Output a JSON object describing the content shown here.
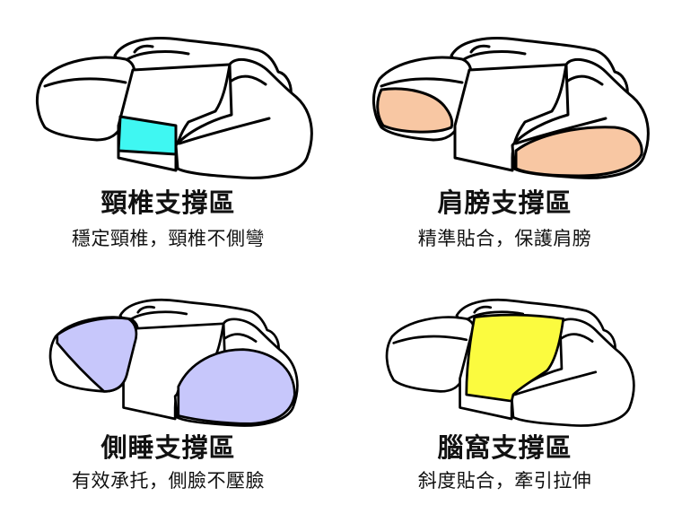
{
  "panels": [
    {
      "title": "頸椎支撐區",
      "desc": "穩定頸椎，頸椎不側彎",
      "highlight": "neck",
      "color": "#3ff7f2"
    },
    {
      "title": "肩膀支撐區",
      "desc": "精準貼合，保護肩膀",
      "highlight": "shoulder",
      "color": "#f8c7a3"
    },
    {
      "title": "側睡支撐區",
      "desc": "有效承托，側臉不壓臉",
      "highlight": "side",
      "color": "#c7c7fb"
    },
    {
      "title": "腦窩支撐區",
      "desc": "斜度貼合，牽引拉伸",
      "highlight": "center",
      "color": "#fbfb3f"
    }
  ]
}
